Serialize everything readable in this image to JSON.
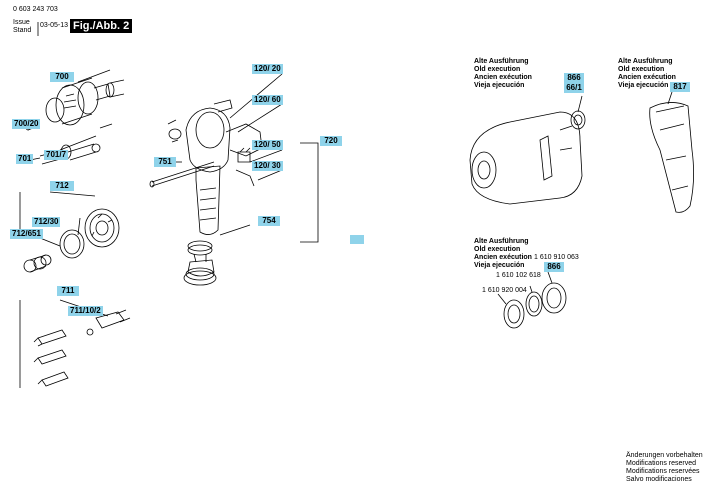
{
  "header": {
    "doc_number": "0 603 243 703",
    "issue_label": "Issue",
    "stand_label": "Stand",
    "date": "03-05-13",
    "fig_label": "Fig./Abb. 2"
  },
  "callouts": {
    "c700": "700",
    "c700_20": "700/20",
    "c701": "701",
    "c701_7": "701/7",
    "c712": "712",
    "c712_30": "712/30",
    "c712_651": "712/651",
    "c711": "711",
    "c711_10_2": "711/10/2",
    "c120_20": "120/ 20",
    "c120_60": "120/ 60",
    "c120_50": "120/ 50",
    "c120_30": "120/ 30",
    "c720": "720",
    "c751": "751",
    "c754": "754",
    "c866_top": "866",
    "c66_1": "66/1",
    "c817": "817",
    "c866_bottom": "866"
  },
  "old_execution": {
    "lines": [
      "Alte Ausführung",
      "Old execution",
      "Ancien exécution",
      "Vieja ejecución"
    ]
  },
  "part_numbers": {
    "p1": "1 610 910 063",
    "p2": "1 610 102 618",
    "p3": "1 610 920 004"
  },
  "footer": {
    "lines": [
      "Änderungen vorbehalten",
      "Modifications reserved",
      "Modifications reservées",
      "Salvo modificaciones"
    ]
  },
  "colors": {
    "callout_bg": "#8fd3ea",
    "line": "#000000"
  }
}
